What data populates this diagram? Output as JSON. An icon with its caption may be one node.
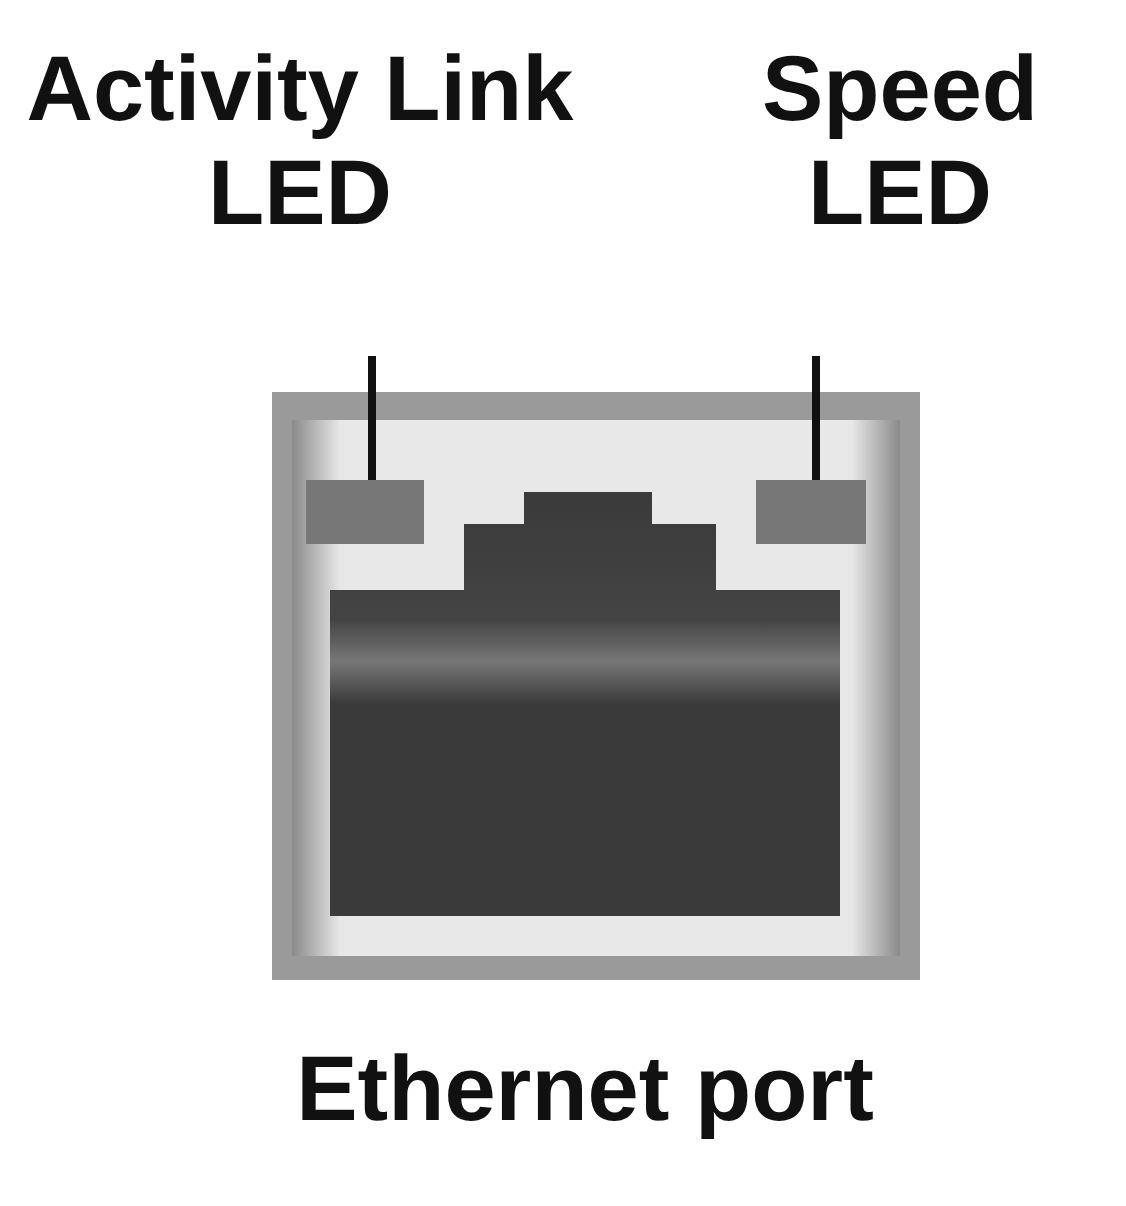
{
  "diagram": {
    "caption": "Ethernet port",
    "nodes": [
      {
        "text": [
          "Activity Link LED"
        ]
      },
      {
        "text": [
          "Speed LED"
        ]
      },
      {
        "text": [],
        "shape": "box"
      },
      {
        "text": [],
        "shape": "box"
      }
    ],
    "edges": [
      {
        "from": 0,
        "to": 2,
        "arrow": "none"
      },
      {
        "from": 1,
        "to": 3,
        "arrow": "none"
      }
    ]
  }
}
